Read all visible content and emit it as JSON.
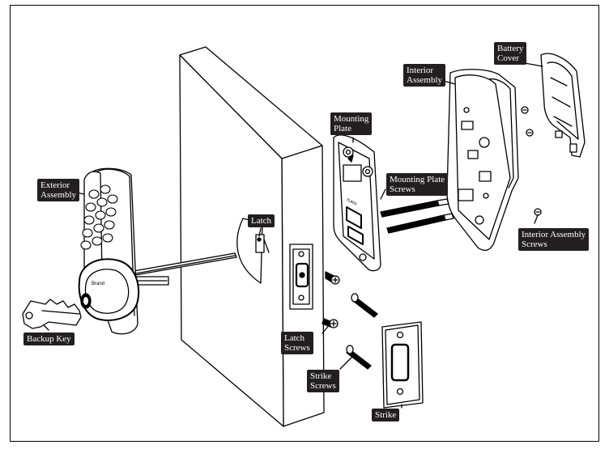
{
  "labels": {
    "battery_cover": "Battery\nCover",
    "interior_assembly": "Interior\nAssembly",
    "mounting_plate": "Mounting\nPlate",
    "mounting_plate_screws": "Mounting Plate\nScrews",
    "exterior_assembly": "Exterior\nAssembly",
    "latch": "Latch",
    "interior_assembly_screws": "Interior Assembly\nScrews",
    "backup_key": "Backup Key",
    "latch_screws": "Latch\nScrews",
    "strike_screws": "Strike\nScrews",
    "strike": "Strike"
  }
}
